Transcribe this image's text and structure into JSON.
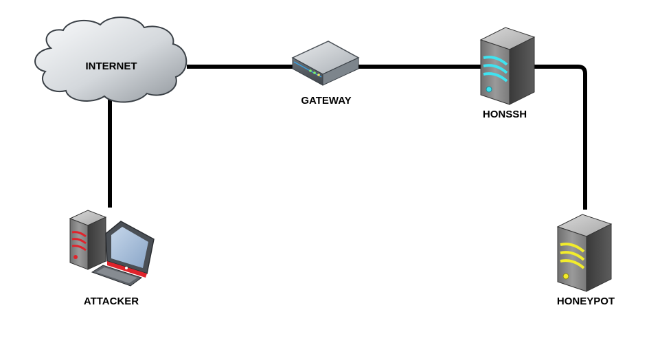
{
  "nodes": {
    "internet": {
      "label": "INTERNET",
      "icon": "cloud-icon"
    },
    "gateway": {
      "label": "GATEWAY",
      "icon": "router-icon"
    },
    "honssh": {
      "label": "HONSSH",
      "icon": "server-icon",
      "accent": "#3fe3f0"
    },
    "attacker": {
      "label": "ATTACKER",
      "icon": "workstation-icon",
      "accent": "#e0232b"
    },
    "honeypot": {
      "label": "HONEYPOT",
      "icon": "server-icon",
      "accent": "#f2ec2c"
    }
  },
  "colors": {
    "link": "#000000",
    "cloud_light": "#f4f6f8",
    "cloud_dark": "#9aa0a6",
    "server_body": "#8a8a8a"
  }
}
